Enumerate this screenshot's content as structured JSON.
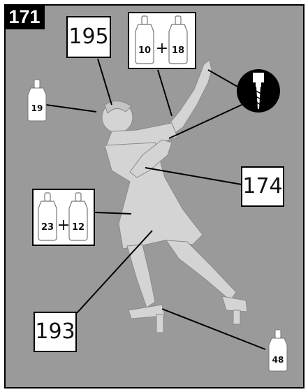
{
  "step_number": "171",
  "part_labels": {
    "head": "195",
    "arm": "174",
    "body": "193"
  },
  "paint": {
    "head_colors": [
      "10",
      "18"
    ],
    "hair_color": "19",
    "tunic_colors": [
      "23",
      "12"
    ],
    "base_color": "48",
    "plus": "+"
  },
  "icons": {
    "bottle": "paint-bottle-icon",
    "drill": "drill-icon"
  },
  "colors": {
    "background": "#9a9a9a",
    "figure": "#d0d0d0",
    "frame": "#000000"
  }
}
